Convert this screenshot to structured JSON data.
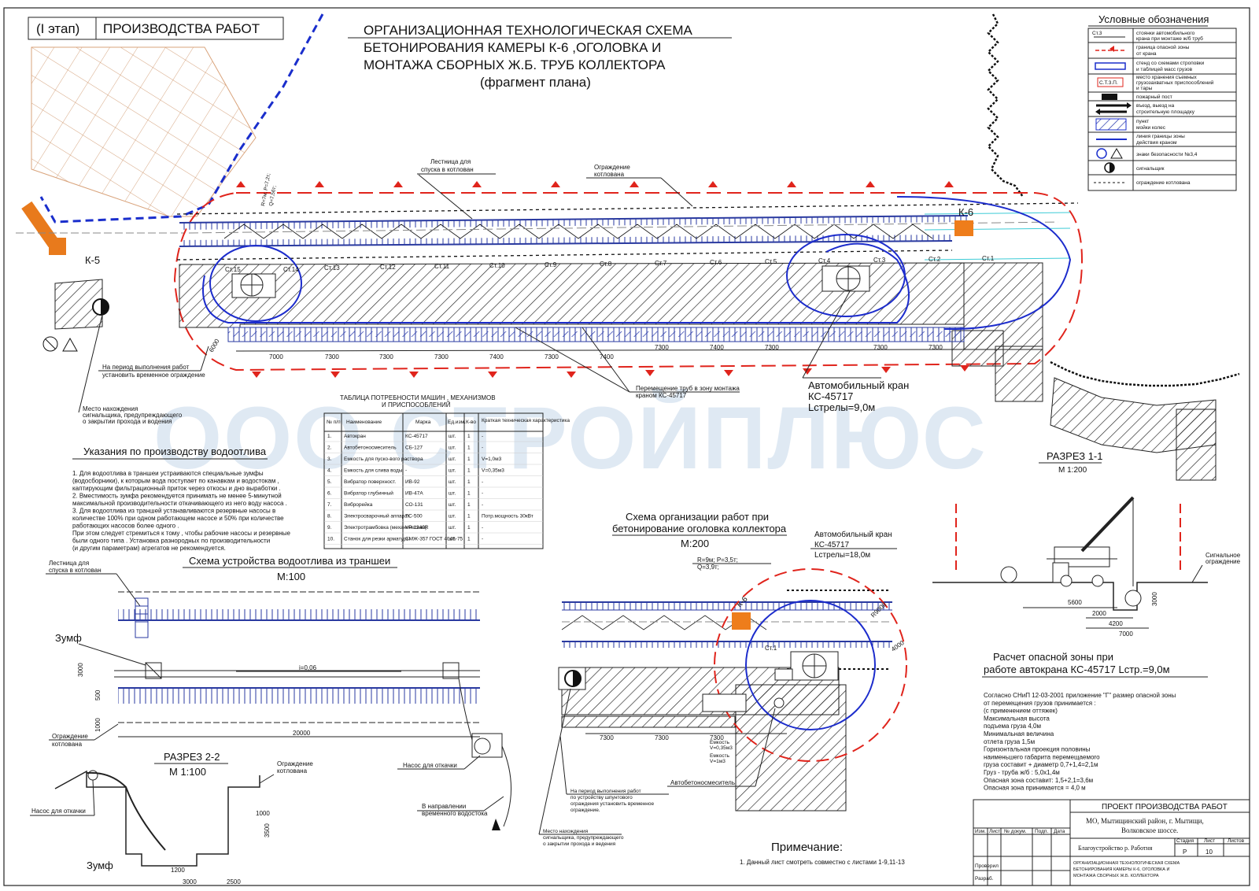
{
  "stage_label": "(I этап)",
  "stage_title": "ПРОИЗВОДСТВА РАБОТ",
  "title_lines": [
    "ОРГАНИЗАЦИОННАЯ ТЕХНОЛОГИЧЕСКАЯ СХЕМА",
    "БЕТОНИРОВАНИЯ КАМЕРЫ К-6 ,ОГОЛОВКА И",
    "МОНТАЖА  СБОРНЫХ   Ж.Б. ТРУБ КОЛЛЕКТОРА",
    "(фрагмент плана)"
  ],
  "watermark": "ООО СТРОЙПЛЮС",
  "legend": {
    "title": "Условные обозначения",
    "items": [
      {
        "symbol": "Ст.3",
        "text": [
          "стоянки автомобильного",
          "крана при монтаже ж/б труб"
        ]
      },
      {
        "symbol": "",
        "text": [
          "граница опасной зоны",
          "от крана"
        ]
      },
      {
        "symbol": "",
        "text": [
          "стенд со схемами строповки",
          "и таблицей масс грузов"
        ]
      },
      {
        "symbol": "С.Т.З.П.",
        "text": [
          "место хранения съемных",
          "грузозахватных приспособлений",
          "и тары"
        ]
      },
      {
        "symbol": "",
        "text": [
          "пожарный пост"
        ]
      },
      {
        "symbol": "",
        "text": [
          "въезд, выезд на",
          "строительную площадку"
        ]
      },
      {
        "symbol": "",
        "text": [
          "пункт",
          "мойки колес"
        ]
      },
      {
        "symbol": "",
        "text": [
          "линия границы зоны",
          "действия краном"
        ]
      },
      {
        "symbol": "",
        "text": [
          "знаки  безопасности №3,4"
        ]
      },
      {
        "symbol": "",
        "text": [
          "сигнальщик"
        ]
      },
      {
        "symbol": "",
        "text": [
          "ограждение котлована"
        ]
      }
    ]
  },
  "plan": {
    "chamber_k6": "К-6",
    "chamber_k5": "К-5",
    "ladder_label": [
      "Лестница для",
      "спуска в котлован"
    ],
    "fence_label": [
      "Ограждение",
      "котлована"
    ],
    "crane_param": [
      "R=7м; P=7,2т;",
      "Q=7,56т;"
    ],
    "stations": [
      "Ст.15",
      "Ст.14",
      "Ст.13",
      "Ст.12",
      "Ст.11",
      "Ст.10",
      "Ст.9",
      "Ст.8",
      "Ст.7",
      "Ст.6",
      "Ст.5",
      "Ст.4",
      "Ст.3",
      "Ст.2",
      "Ст.1"
    ],
    "dims": [
      "7000",
      "7300",
      "7300",
      "7300",
      "7400",
      "7300",
      "7400",
      "7300",
      "7400",
      "7300",
      "7300",
      "7300"
    ],
    "dim_left": "6000",
    "note_fence": [
      "На период выполнения работ",
      "установить временное ограждение"
    ],
    "note_signal": [
      "Место нахождения",
      "сигнальщика, предупреждающего",
      "о закрытии прохода и водения"
    ],
    "pipe_move": [
      "Перемещение труб в зону монтажа",
      "краном КС-45717"
    ],
    "crane": [
      "Автомобильный кран",
      "КС-45717",
      "Lстрелы=9,0м"
    ]
  },
  "machines_table": {
    "title": [
      "ТАБЛИЦА ПОТРЕБНОСТИ МАШИН , МЕХАНИЗМОВ",
      "И ПРИСПОСОБЛЕНИЙ"
    ],
    "headers": [
      "№ п/п",
      "Наименование",
      "Марка",
      "Ед.изм.",
      "К-во",
      "Краткая техническая характеристика"
    ],
    "rows": [
      [
        "1.",
        "Автокран",
        "КС-45717",
        "шт.",
        "1",
        "-"
      ],
      [
        "2.",
        "Автобетоносмеситель",
        "СБ-127",
        "шт.",
        "1",
        "-"
      ],
      [
        "3.",
        "Емкость для пуско-вого раствора",
        "-",
        "шт.",
        "1",
        "V=1,0м3"
      ],
      [
        "4.",
        "Емкость для слива воды",
        "-",
        "шт.",
        "1",
        "V=0,35м3"
      ],
      [
        "5.",
        "Вибратор поверхност.",
        "ИВ-92",
        "шт.",
        "1",
        "-"
      ],
      [
        "6.",
        "Вибратор глубинный",
        "ИВ-47А",
        "шт.",
        "1",
        "-"
      ],
      [
        "7.",
        "Виброрейка",
        "СО-131",
        "шт.",
        "1",
        "-"
      ],
      [
        "8.",
        "Электросварочный аппарат",
        "ТС-500",
        "шт.",
        "1",
        "Потр.мощность 30кВт"
      ],
      [
        "9.",
        "Электротрамбовка (механическая)",
        "VP 1340R",
        "шт.",
        "1",
        "-"
      ],
      [
        "10.",
        "Станок для резки арматуры",
        "СМЖ-357 ГОСТ 4045-75",
        "шт.",
        "1",
        "-"
      ]
    ]
  },
  "drainage": {
    "title": "Указания по производству водоотлива",
    "lines": [
      "1. Для водоотлива в траншеи  устраиваются специальные зумфы",
      "(водосборники), к которым вода поступает по канавкам и водостокам ,",
      "каптирующим фильтрационный приток через откосы и дно выработки .",
      "2. Вместимость зумфа рекомендуется принимать не менее  5-минутной",
      "максимальной производительности откачивающего из него воду насоса .",
      "3. Для водоотлива из   траншей устанавливаются резервные насосы в",
      "количестве 100% при одном работающем насосе и 50% при количестве",
      "работающих насосов более одного .",
      "При этом следует стремиться к тому , чтобы рабочие насосы  и резервные",
      "были одного типа . Установка разнородных по производительности",
      "(и другим параметрам) агрегатов не рекомендуется."
    ]
  },
  "dewater_scheme": {
    "title": "Схема устройства водоотлива из траншеи",
    "scale": "М:100",
    "ladder": [
      "Лестница для",
      "спуска в котлован"
    ],
    "sump": "Зумф",
    "slope": "i=0,06",
    "fence": [
      "Ограждение",
      "котлована"
    ],
    "pump": "Насос для откачки",
    "direction": [
      "В  направлении",
      "временного водостока"
    ],
    "dims": [
      "3000",
      "500",
      "1000",
      "20000"
    ]
  },
  "section22": {
    "title": "РАЗРЕЗ 2-2",
    "scale": "М 1:100",
    "pump": "Насос для откачки",
    "fence": [
      "Ограждение",
      "котлована"
    ],
    "sump": "Зумф",
    "dims": [
      "1000",
      "3500",
      "1200",
      "3000",
      "2500"
    ]
  },
  "head_scheme": {
    "title": [
      "Схема организации работ при",
      "бетонирование оголовка коллектора"
    ],
    "scale": "М:200",
    "crane": [
      "Автомобильный кран",
      "КС-45717",
      "Lстрелы=18,0м"
    ],
    "params": [
      "R=9м; P=3,5т;",
      "Q=3,9т;"
    ],
    "k6": "К-6",
    "st1": "Ст.1",
    "r": "R9000",
    "d4000": "4000",
    "dims": [
      "7300",
      "7300",
      "7300"
    ],
    "note_fence": [
      "На период выполнения работ",
      "по устройству шпунтового",
      "ограждения установить временное",
      "ограждение."
    ],
    "mixer": "Автобетоносмеситель",
    "signal": [
      "Место нахождения",
      "сигнальщика, предупреждающего",
      "о закрытии прохода и ведения"
    ],
    "tanks": [
      "Емкость",
      "V=0,35м3",
      "Емкость",
      "V=1м3"
    ]
  },
  "section11": {
    "title": "РАЗРЕЗ 1-1",
    "scale": "М 1:200",
    "fence": [
      "Сигнальное",
      "ограждение"
    ],
    "dims": [
      "5600",
      "2000",
      "4200",
      "7000",
      "3000"
    ]
  },
  "danger_zone": {
    "title": [
      "Расчет опасной зоны при",
      "работе автокрана КС-45717 Lстр.=9,0м"
    ],
    "lines": [
      "Согласно СНиП 12-03-2001 приложение \"Г\" размер опасной зоны",
      "от перемещения грузов принимается :",
      "(с применением оттяжек)",
      "Максимальная высота",
      "подъема груза                        4,0м",
      "Минимальная величина",
      "отлета груза                          1,5м",
      "Горизонтальная проекция половины",
      "наименьшего габарита перемещаемого",
      "груза составит + диаметр   0,7+1,4=2,1м",
      "Груз - труба ж/б : 5,0х1,4м",
      "Опасная зона составит: 1,5+2,1=3,6м",
      "Опасная зона принимается  = 4,0 м"
    ]
  },
  "note": {
    "title": "Примечание:",
    "text": "1. Данный лист смотреть совместно с листами 1-9,11-13"
  },
  "stamp": {
    "project": "ПРОЕКТ ПРОИЗВОДСТВА РАБОТ",
    "location": [
      "МО, Мытищинский  район, г. Мытищи,",
      "Волковское шоссе."
    ],
    "object": "Благоустройство р. Работня",
    "cols": [
      "Изм.",
      "Лист",
      "№ докум.",
      "Подп.",
      "Дата"
    ],
    "stage_h": "Стадия",
    "sheet_h": "Лист",
    "sheets_h": "Листов",
    "stage": "Р",
    "sheet": "10",
    "checked": "Проверил",
    "developed": "Разраб.",
    "sheet_title": [
      "ОРГАНИЗАЦИОННАЯ ТЕХНОЛОГИЧЕСКАЯ СХЕМА",
      "БЕТОНИРОВАНИЯ КАМЕРЫ К-6, ОГОЛОВКА И",
      "МОНТАЖА  СБОРНЫХ Ж.Б. КОЛЛЕКТОРА"
    ]
  }
}
